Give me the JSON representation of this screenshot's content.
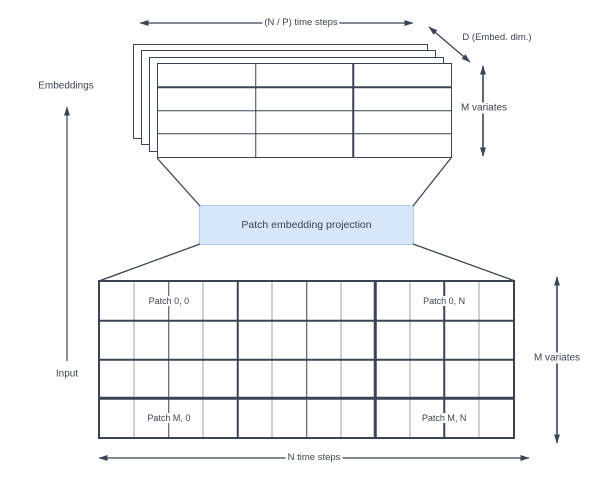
{
  "diagram": {
    "type": "patch-embedding-architecture",
    "axis": {
      "embeddings_label": "Embeddings",
      "input_label": "Input"
    },
    "embedding_stack": {
      "time_steps_label": "(N / P) time steps",
      "embed_dim_label": "D (Embed. dim.)",
      "variates_label": "M variates",
      "sheet_count": 4,
      "grid_columns": 3,
      "grid_rows": 4
    },
    "projection_box": {
      "label": "Patch embedding projection"
    },
    "input_grid": {
      "columns": 12,
      "rows": 4,
      "columns_per_patch": 4,
      "patch_labels": {
        "top_left": "Patch 0, 0",
        "top_right": "Patch 0, N",
        "bottom_left": "Patch M, 0",
        "bottom_right": "Patch M, N"
      },
      "variates_label": "M variates",
      "time_steps_label": "N time steps"
    },
    "colors": {
      "line_dark": "#3a4456",
      "grid_minor_line": "#9aa1ab",
      "box_fill": "#d8e6fc",
      "box_border": "#aecbf0",
      "text": "#3b4350"
    }
  }
}
